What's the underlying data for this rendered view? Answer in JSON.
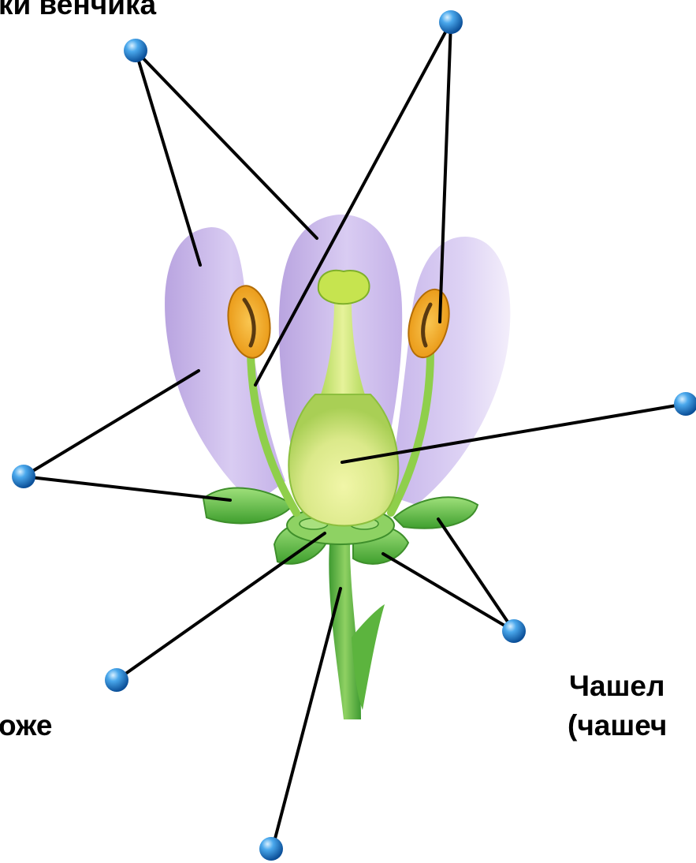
{
  "labels": {
    "petals_label": "ки венчика",
    "receptacle_label": "оже",
    "sepals_line1": "Чашел",
    "sepals_line2": "(чашеч"
  },
  "colors": {
    "petal": "#c7b5e6",
    "anther": "#f0a72a",
    "pistil": "#d8ea84",
    "green": "#5ebf3a",
    "pointer_ball": "#1e7fd0",
    "leader_line": "#000000"
  }
}
